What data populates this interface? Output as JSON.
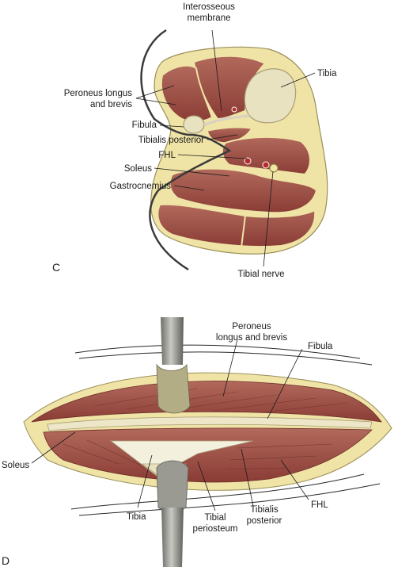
{
  "panel_c": {
    "letter": "C",
    "labels": {
      "interosseous_line1": "Interosseous",
      "interosseous_line2": "membrane",
      "tibia": "Tibia",
      "peroneus_line1": "Peroneus longus",
      "peroneus_line2": "and brevis",
      "fibula": "Fibula",
      "tibialis_posterior": "Tibialis posterior",
      "fhl": "FHL",
      "soleus": "Soleus",
      "gastrocnemius": "Gastrocnemius",
      "tibial_nerve": "Tibial nerve"
    }
  },
  "panel_d": {
    "letter": "D",
    "labels": {
      "peroneus_line1": "Peroneus",
      "peroneus_line2": "longus and brevis",
      "fibula": "Fibula",
      "soleus": "Soleus",
      "tibia": "Tibia",
      "tibial_periosteum_line1": "Tibial",
      "tibial_periosteum_line2": "periosteum",
      "tibialis_posterior_line1": "Tibialis",
      "tibialis_posterior_line2": "posterior",
      "fhl": "FHL"
    }
  },
  "colors": {
    "muscle": "#8e3f3a",
    "muscle_dark": "#6f2c29",
    "fat": "#efe3a6",
    "bone": "#e9e2c0",
    "retractor": "#8f8f89"
  }
}
